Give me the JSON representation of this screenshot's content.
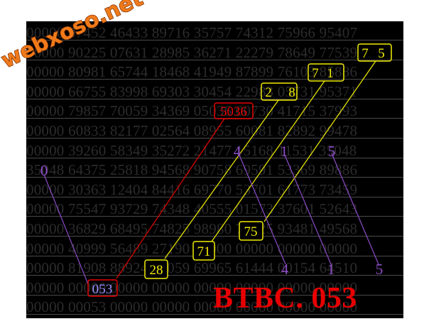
{
  "logo": {
    "text": "webxoso.net"
  },
  "title": "BTBC. 053",
  "grid_rows": [
    "00000 07452 46433 89716 35757 74312 75966 95407",
    "00000 90225 07631 28985 36271 22279 78649 77539",
    "00000 80981 65744 18468 41949 87899 76103 85886",
    "00000 66755 83998 69303 30454 22983 05731 95371",
    "00000 79857 70059 34369 05036 00730 41715 37993",
    "00000 60833 82177 02564 08955 60081 82892 99478",
    "00000 39260 58349 35272 21477 15168 11531 35048",
    "35048 64375 25818 94568 90758 69591 53369 89886",
    "00000 30363 12404 84416 69770 53701 61773 73459",
    "00000 75547 93729 74348 40555 01573 37601 52643",
    "00000 36829 68495 74825 98980 78625 93481 49568",
    "00000 40999 56489 27190 00000 00000 00000 00000",
    "00000 81908 88924 29059 69965 61444 00154 64510",
    "00000 00000 00000 00000 00000 00000 00000 00000",
    "00000 00053 00000 00000 00000 00000 00000 00000"
  ],
  "boxes": {
    "red_top": "5036",
    "red_bottom": "053",
    "yellow_28a": "2",
    "yellow_28b": "8",
    "yellow_71a": "7",
    "yellow_71b": "1",
    "yellow_75a": "7",
    "yellow_75b": "5",
    "yellow_28": "28",
    "yellow_71": "71",
    "yellow_75": "75"
  },
  "purple_digits": {
    "left_top": "0",
    "c1_top": "4",
    "c1_bottom": "4",
    "c2_top": "1",
    "c2_bottom": "1",
    "c3_top": "5",
    "c3_bottom": "5"
  },
  "colors": {
    "grid_digits": "#2c2c2c",
    "red": "#e80000",
    "yellow": "#f2ee00",
    "purple": "#8d4cc9",
    "logo_orange": "#f07a1a",
    "logo_brown": "#7a2e00"
  }
}
